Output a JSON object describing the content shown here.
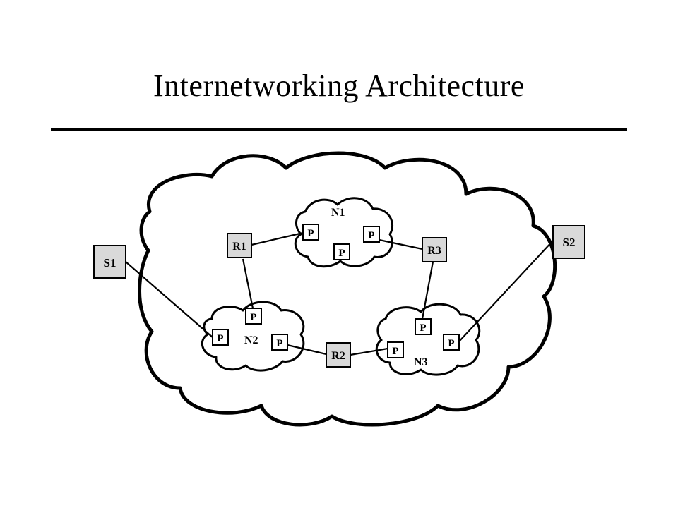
{
  "title": "Internetworking Architecture",
  "colors": {
    "ink": "#000000",
    "box_fill_gray": "#d9d9d9",
    "box_fill_white": "#ffffff"
  },
  "diagram": {
    "networks": [
      {
        "id": "N1",
        "label": "N1"
      },
      {
        "id": "N2",
        "label": "N2"
      },
      {
        "id": "N3",
        "label": "N3"
      }
    ],
    "hosts": [
      {
        "id": "S1",
        "label": "S1"
      },
      {
        "id": "S2",
        "label": "S2"
      }
    ],
    "routers": [
      {
        "id": "R1",
        "label": "R1"
      },
      {
        "id": "R2",
        "label": "R2"
      },
      {
        "id": "R3",
        "label": "R3"
      }
    ],
    "ports_label": "P"
  }
}
